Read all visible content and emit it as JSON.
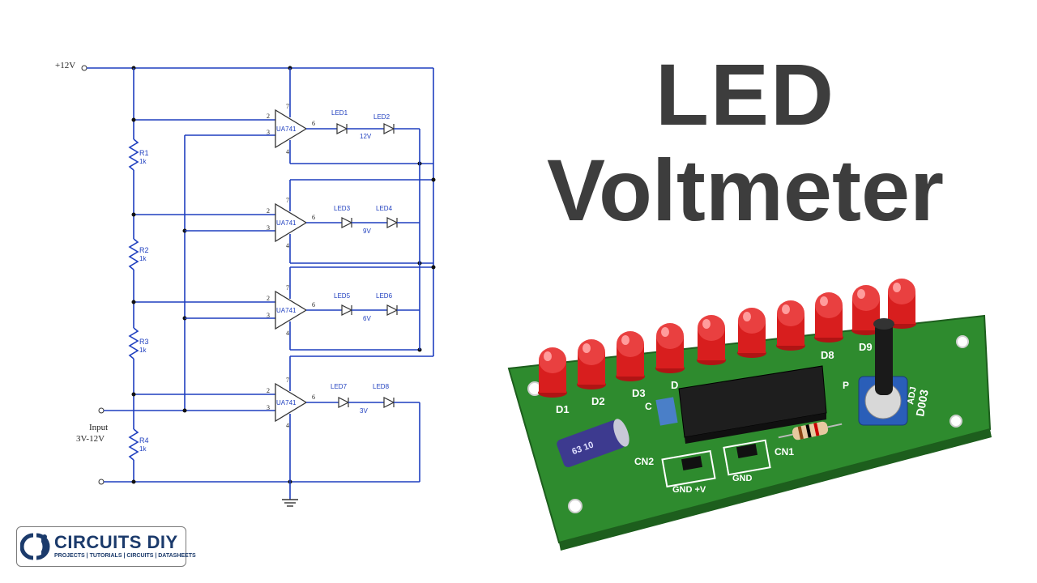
{
  "title": {
    "line1": "LED",
    "line2": "Voltmeter"
  },
  "schematic": {
    "supply_label": "+12V",
    "input_label": "Input",
    "input_range": "3V-12V",
    "resistors": [
      {
        "name": "R1",
        "value": "1k"
      },
      {
        "name": "R2",
        "value": "1k"
      },
      {
        "name": "R3",
        "value": "1k"
      },
      {
        "name": "R4",
        "value": "1k"
      }
    ],
    "opamps": [
      {
        "name": "UA741",
        "out_pin": "6",
        "pin2": "2",
        "pin3": "3",
        "pin4": "4",
        "pin7": "7",
        "led_a": "LED1",
        "led_b": "LED2",
        "level": "12V"
      },
      {
        "name": "UA741",
        "out_pin": "6",
        "pin2": "2",
        "pin3": "3",
        "pin4": "4",
        "pin7": "7",
        "led_a": "LED3",
        "led_b": "LED4",
        "level": "9V"
      },
      {
        "name": "UA741",
        "out_pin": "6",
        "pin2": "2",
        "pin3": "3",
        "pin4": "4",
        "pin7": "7",
        "led_a": "LED5",
        "led_b": "LED6",
        "level": "6V"
      },
      {
        "name": "UA741",
        "out_pin": "6",
        "pin2": "2",
        "pin3": "3",
        "pin4": "4",
        "pin7": "7",
        "led_a": "LED7",
        "led_b": "LED8",
        "level": "3V"
      }
    ]
  },
  "pcb": {
    "led_labels": [
      "D1",
      "D2",
      "D3",
      "D",
      "D8",
      "D9"
    ],
    "board_id": "D003",
    "adj_label": "ADJ",
    "cn1_label": "CN1",
    "cn2_label": "CN2",
    "cn2_pins": "GND +V",
    "cn1_pins": "GND",
    "cap_text": "63 10",
    "c_label": "C",
    "p_label": "P"
  },
  "logo": {
    "name": "CIRCUITS DIY",
    "tagline": "PROJECTS | TUTORIALS | CIRCUITS | DATASHEETS"
  },
  "colors": {
    "wire": "#1f3fbf",
    "title": "#3d3d3d",
    "pcb_green": "#2e8b2e",
    "led_red": "#d81e1e",
    "logo_blue": "#1b3a6b"
  }
}
